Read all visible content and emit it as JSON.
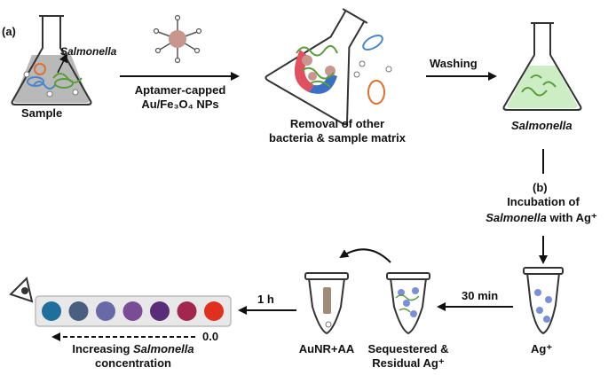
{
  "panel_a_label": "(a)",
  "sample_label": "Sample",
  "salmonella_inset_label": "Salmonella",
  "step1": {
    "line1": "Aptamer-capped",
    "line2": "Au/Fe₃O₄ NPs"
  },
  "removal": {
    "line1": "Removal of other",
    "line2": "bacteria & sample matrix"
  },
  "washing_label": "Washing",
  "salmonella_flask_label": "Salmonella",
  "panel_b_label": "(b)",
  "incubation": {
    "line1": "Incubation of",
    "line2_italic": "Salmonella",
    "line2_rest": " with Ag⁺"
  },
  "ag_tube_label": "Ag⁺",
  "time_30": "30 min",
  "sequestered": {
    "line1": "Sequestered &",
    "line2": "Residual Ag⁺"
  },
  "aunr_label": "AuNR+AA",
  "time_1h": "1 h",
  "scale_zero": "0.0",
  "increasing": {
    "prefix": "Increasing ",
    "italic": "Salmonella",
    "line2": "concentration"
  },
  "colors": {
    "wells": [
      "#1f6f9c",
      "#4a5f80",
      "#6a69a8",
      "#7a4c96",
      "#5a2d78",
      "#a3264f",
      "#e0301e"
    ],
    "flask_green": "#cdeec5",
    "sample_gray": "#b9b9b9",
    "nanoparticle": "#c8968c",
    "magnet_red": "#e05060",
    "magnet_blue": "#3a6fc4",
    "ag_bead": "#7a8fd8",
    "aunr_rod": "#a08a78"
  }
}
